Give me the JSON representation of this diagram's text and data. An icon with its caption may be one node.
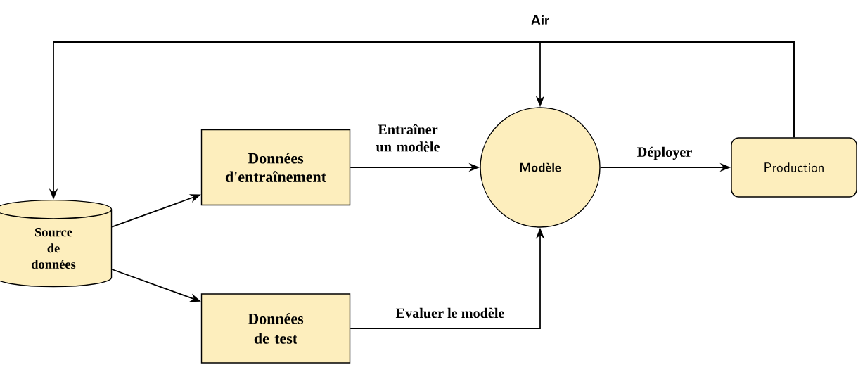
{
  "diagram": {
    "nodes": [
      {
        "text": [
          "Source de données"
        ]
      },
      {
        "text": [
          "Données d'entraînement"
        ]
      },
      {
        "text": [
          "Données de test"
        ]
      },
      {
        "text": [
          "Modèle"
        ]
      },
      {
        "text": [
          "Production"
        ]
      }
    ],
    "edges": [
      {
        "from": 0,
        "to": 1,
        "arrow": "to"
      },
      {
        "from": 0,
        "to": 2,
        "arrow": "to"
      },
      {
        "from": 1,
        "to": 3,
        "arrow": "to",
        "label": "Entraîner un modèle"
      },
      {
        "from": 2,
        "to": 3,
        "arrow": "to",
        "label": "Evaluer le modèle"
      },
      {
        "from": 3,
        "to": 4,
        "arrow": "to",
        "label": "Déployer"
      },
      {
        "from": 4,
        "to": 0,
        "arrow": "to"
      },
      {
        "from": 4,
        "to": 3,
        "arrow": "to",
        "label": "Air"
      }
    ]
  }
}
